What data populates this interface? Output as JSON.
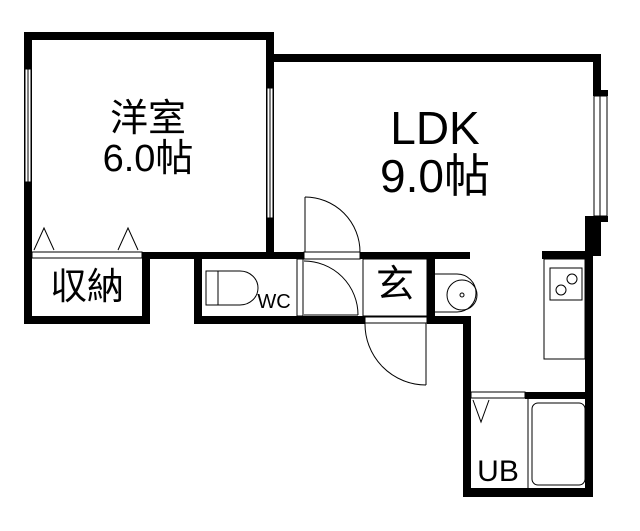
{
  "floor_plan": {
    "rooms": [
      {
        "id": "western-room",
        "name": "洋室",
        "size": "6.0帖"
      },
      {
        "id": "ldk",
        "name": "LDK",
        "size": "9.0帖"
      },
      {
        "id": "storage",
        "name": "収納"
      },
      {
        "id": "toilet",
        "name": "WC"
      },
      {
        "id": "entrance",
        "name": "玄"
      },
      {
        "id": "unit-bath",
        "name": "UB"
      }
    ],
    "colors": {
      "wall": "#000000",
      "background": "#ffffff"
    }
  }
}
